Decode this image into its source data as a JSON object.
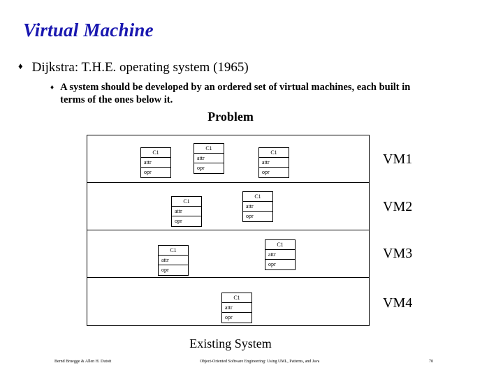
{
  "slide": {
    "title": "Virtual Machine",
    "bullets": [
      {
        "glyph": "♦",
        "text": "Dijkstra: T.H.E. operating system (1965)"
      },
      {
        "glyph": "♦",
        "text": "A system should be developed by an ordered set of virtual machines, each built in terms of the ones below it."
      }
    ],
    "problem_label": "Problem",
    "existing_system_label": "Existing System",
    "title_color": "#1a18b0"
  },
  "diagram": {
    "layers": [
      {
        "vm_label": "VM1",
        "classes": [
          {
            "name": "C1",
            "attr": "attr",
            "opr": "opr"
          },
          {
            "name": "C1",
            "attr": "attr",
            "opr": "opr"
          },
          {
            "name": "C1",
            "attr": "attr",
            "opr": "opr"
          }
        ]
      },
      {
        "vm_label": "VM2",
        "classes": [
          {
            "name": "C1",
            "attr": "attr",
            "opr": "opr"
          },
          {
            "name": "C1",
            "attr": "attr",
            "opr": "opr"
          }
        ]
      },
      {
        "vm_label": "VM3",
        "classes": [
          {
            "name": "C1",
            "attr": "attr",
            "opr": "opr"
          },
          {
            "name": "C1",
            "attr": "attr",
            "opr": "opr"
          }
        ]
      },
      {
        "vm_label": "VM4",
        "classes": [
          {
            "name": "C1",
            "attr": "attr",
            "opr": "opr"
          }
        ]
      }
    ]
  },
  "footer": {
    "authors": "Bernd Bruegge & Allen H. Dutoit",
    "book": "Object-Oriented Software Engineering: Using UML, Patterns, and Java",
    "page": "70"
  }
}
